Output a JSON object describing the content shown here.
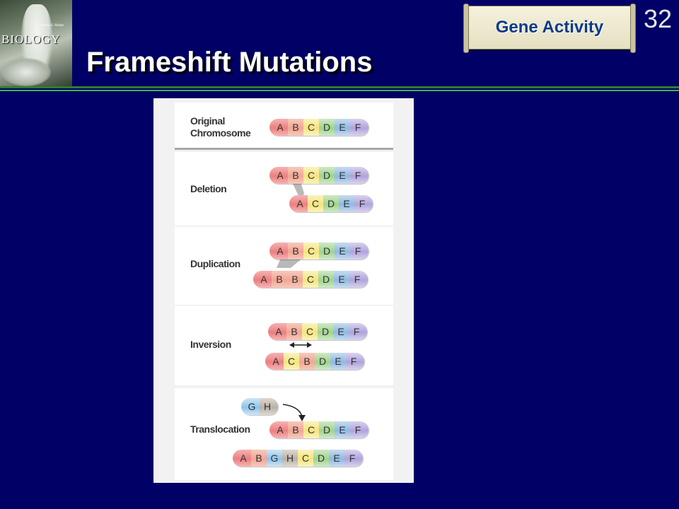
{
  "header": {
    "title": "Frameshift Mutations",
    "topic_badge": "Gene Activity",
    "slide_number": "32"
  },
  "book_cover": {
    "title": "BIOLOGY",
    "author": "Sylvia S. Mader"
  },
  "figure": {
    "panels": [
      {
        "label_lines": [
          "Original",
          "Chromosome"
        ],
        "chromosomes": [
          [
            "A",
            "B",
            "C",
            "D",
            "E",
            "F"
          ]
        ]
      },
      {
        "label_lines": [
          "Deletion"
        ],
        "chromosomes": [
          [
            "A",
            "B",
            "C",
            "D",
            "E",
            "F"
          ],
          [
            "A",
            "C",
            "D",
            "E",
            "F"
          ]
        ]
      },
      {
        "label_lines": [
          "Duplication"
        ],
        "chromosomes": [
          [
            "A",
            "B",
            "C",
            "D",
            "E",
            "F"
          ],
          [
            "A",
            "B",
            "B",
            "C",
            "D",
            "E",
            "F"
          ]
        ]
      },
      {
        "label_lines": [
          "Inversion"
        ],
        "chromosomes": [
          [
            "A",
            "B",
            "C",
            "D",
            "E",
            "F"
          ],
          [
            "A",
            "C",
            "B",
            "D",
            "E",
            "F"
          ]
        ]
      },
      {
        "label_lines": [
          "Translocation"
        ],
        "chromosomes": [
          [
            "G",
            "H"
          ],
          [
            "A",
            "B",
            "C",
            "D",
            "E",
            "F"
          ],
          [
            "A",
            "B",
            "G",
            "H",
            "C",
            "D",
            "E",
            "F"
          ]
        ]
      }
    ]
  },
  "colors": {
    "background": "#000066",
    "title_text": "#ffffff",
    "badge_text": "#0a3a8c",
    "rule": "#2e7d2e",
    "gene_A": "#ec7f7f",
    "gene_B": "#f1a693",
    "gene_C": "#f4e47e",
    "gene_D": "#9fd38d",
    "gene_E": "#8fb9e2",
    "gene_F": "#b0a3dc",
    "gene_G": "#8ec4ea",
    "gene_H": "#b9b1a6"
  }
}
